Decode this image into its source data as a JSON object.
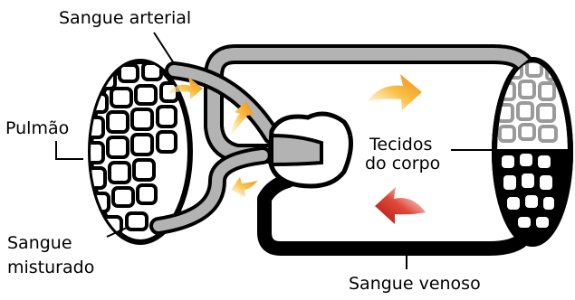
{
  "labels": {
    "arterial": "Sangue arterial",
    "lung": "Pulmão",
    "tissues_line1": "Tecidos",
    "tissues_line2": "do corpo",
    "mixed_line1": "Sangue",
    "mixed_line2": "misturado",
    "venous": "Sangue venoso"
  },
  "colors": {
    "arterial_vessel": "#b3b3b3",
    "venous_vessel": "#000000",
    "outline": "#000000",
    "arrow_orange": "#f5a623",
    "arrow_red": "#d42020",
    "background": "#ffffff"
  },
  "icons": [
    "orange-flow-arrow",
    "red-flow-arrow"
  ]
}
